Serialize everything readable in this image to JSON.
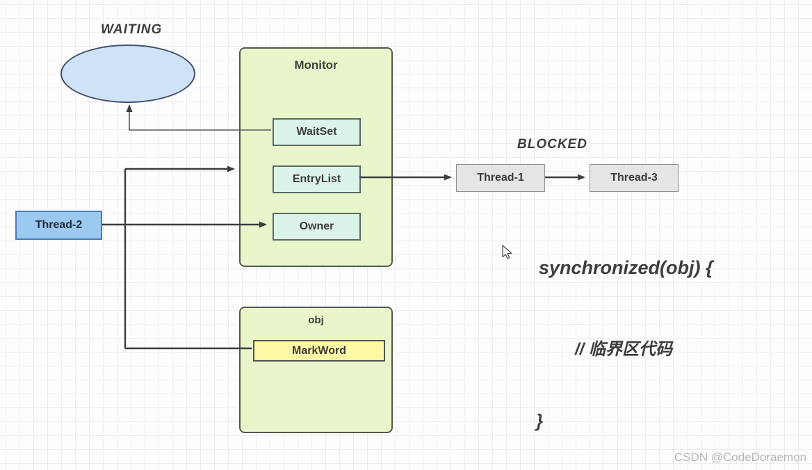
{
  "diagram": {
    "states": {
      "waiting_label": "WAITING",
      "blocked_label": "BLOCKED"
    },
    "monitor": {
      "title": "Monitor",
      "slots": [
        "WaitSet",
        "EntryList",
        "Owner"
      ]
    },
    "object": {
      "title": "obj",
      "markword_label": "MarkWord"
    },
    "threads": {
      "thread1": "Thread-1",
      "thread2": "Thread-2",
      "thread3": "Thread-3"
    },
    "code": {
      "line1": "synchronized(obj) {",
      "line2": "// 临界区代码",
      "line3": "}"
    },
    "watermark": "CSDN @CodeDoraemon",
    "colors": {
      "monitor_fill": "#e9f6cb",
      "slot_fill": "#dcf3ea",
      "markword_fill": "#fcf8a6",
      "ellipse_fill": "#cfe3f8",
      "thread_gray_fill": "#e5e5e5",
      "thread_blue_fill": "#9cc9f0",
      "line_color": "#3d3d3d",
      "text_color": "#3d3d3d"
    }
  }
}
